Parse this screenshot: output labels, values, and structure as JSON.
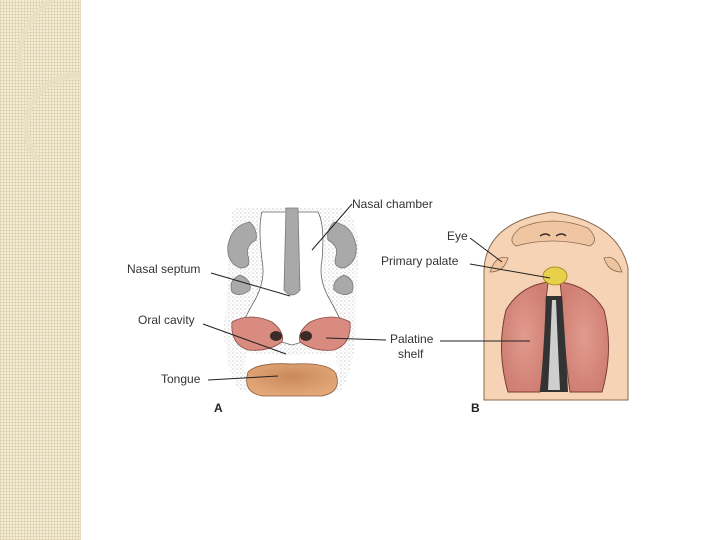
{
  "slide": {
    "decor_color": "#f3ecd4"
  },
  "diagram": {
    "panel_a": {
      "label": "A",
      "labels": {
        "nasal_chamber": "Nasal chamber",
        "nasal_septum": "Nasal septum",
        "oral_cavity": "Oral cavity",
        "tongue": "Tongue"
      }
    },
    "panel_b": {
      "label": "B",
      "labels": {
        "eye": "Eye",
        "primary_palate": "Primary palate",
        "palatine_shelf_line1": "Palatine",
        "palatine_shelf_line2": "shelf"
      }
    },
    "colors": {
      "nasal_gray": "#a9a9a9",
      "shelf_pink": "#d98b80",
      "tongue_brown": "#c98a5a",
      "face_skin": "#f6d3b4",
      "palate_yellow": "#e8d04a"
    }
  }
}
